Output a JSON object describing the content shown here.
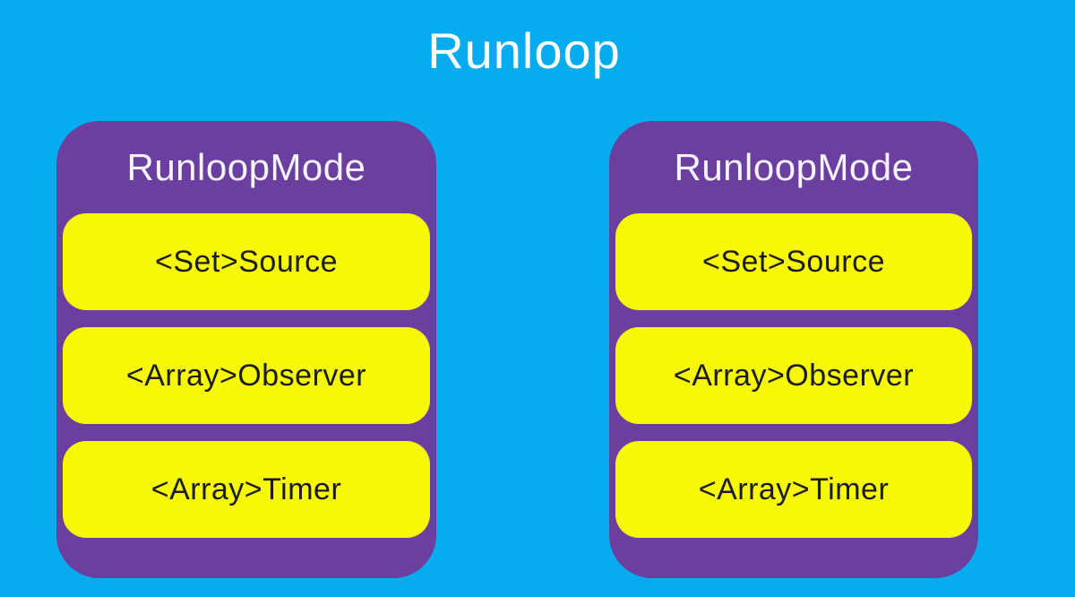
{
  "title": "Runloop",
  "colors": {
    "background": "#06ACEE",
    "container": "#6B3FA0",
    "row": "#F7F708",
    "title_text": "#FFFFFF",
    "header_text": "#F8F4FD",
    "row_text": "#1C1C1C"
  },
  "containers": [
    {
      "header": "RunloopMode",
      "rows": [
        "<Set>Source",
        "<Array>Observer",
        "<Array>Timer"
      ]
    },
    {
      "header": "RunloopMode",
      "rows": [
        "<Set>Source",
        "<Array>Observer",
        "<Array>Timer"
      ]
    }
  ]
}
